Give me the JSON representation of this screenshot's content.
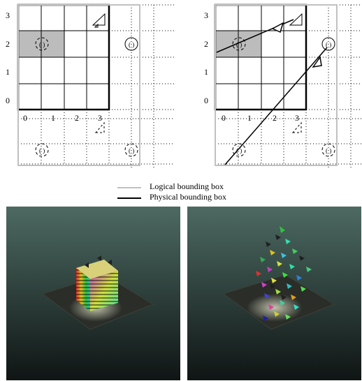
{
  "left_diagram": {
    "y_ticks": [
      "3",
      "2",
      "1",
      "0"
    ],
    "x_ticks": [
      "0",
      "1",
      "2",
      "3"
    ]
  },
  "right_diagram": {
    "y_ticks": [
      "3",
      "2",
      "1",
      "0"
    ],
    "x_ticks": [
      "0",
      "1",
      "2",
      "3"
    ]
  },
  "legend": {
    "logical_label": "Logical bounding box",
    "physical_label": "Physical bounding box",
    "logical_color": "#c0c0c0",
    "physical_color": "#000000"
  },
  "render_left": {
    "description_icon": "cube-of-colored-triangles"
  },
  "render_right": {
    "description_icon": "scattered-colored-triangles"
  }
}
